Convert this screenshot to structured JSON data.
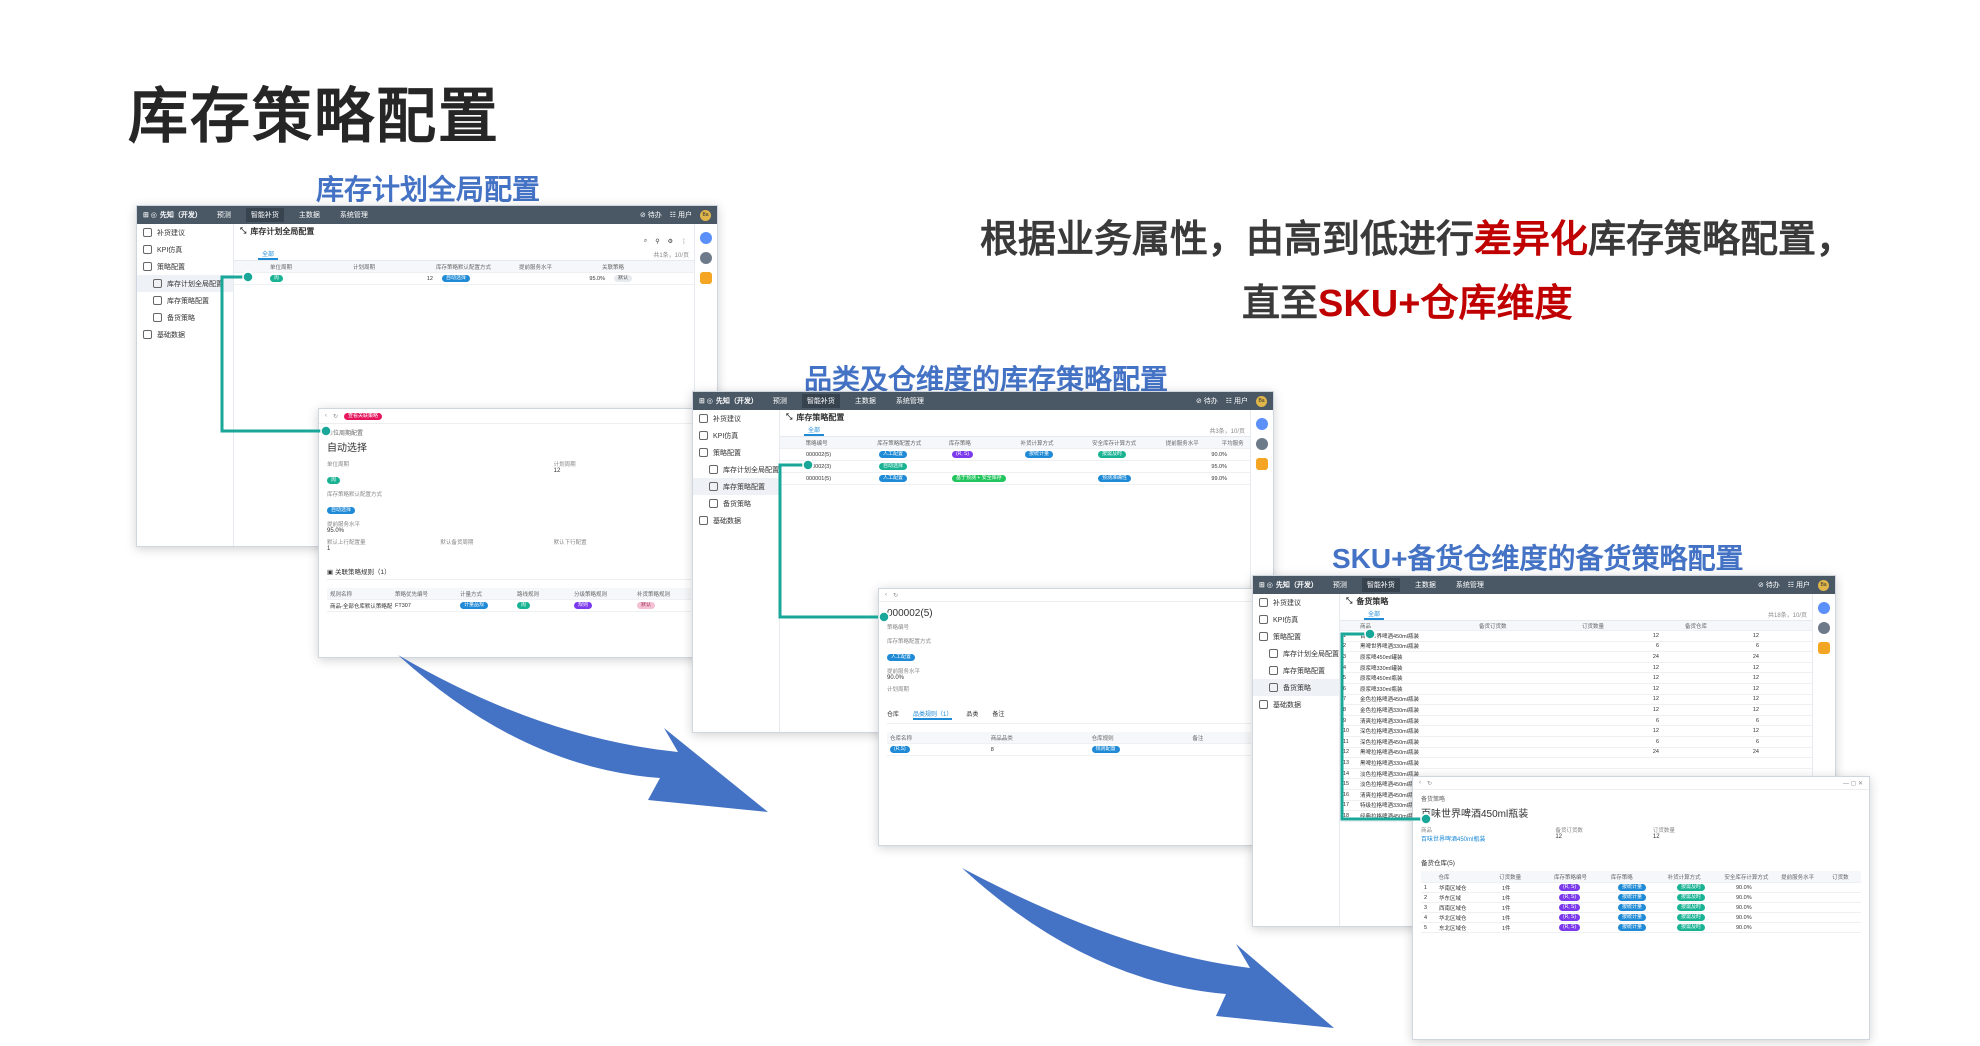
{
  "page": {
    "title": "库存策略配置",
    "headline_line1_a": "根据业务属性，由高到低进行",
    "headline_line1_hl": "差异化",
    "headline_line1_b": "库存策略配置，",
    "headline_line2_a": "直至",
    "headline_line2_hl": "SKU+仓库维度"
  },
  "sections": {
    "s1": "库存计划全局配置",
    "s2": "品类及仓维度的库存策略配置",
    "s3": "SKU+备货仓维度的备货策略配置"
  },
  "app": {
    "logo": "先知（开发）",
    "tabs": [
      "预测",
      "智能补货",
      "主数据",
      "系统管理"
    ],
    "todo": "待办",
    "user": "用户",
    "sidebar": [
      "补货建议",
      "KPI仿真",
      "策略配置",
      "库存计划全局配置",
      "库存策略配置",
      "备货策略",
      "基础数据"
    ]
  },
  "shot1": {
    "page_title": "库存计划全局配置",
    "tab": "全部",
    "columns": [
      "单位周期",
      "计划周期",
      "库存策略默认配置方式",
      "提前服务水平",
      "关联策略",
      "备注"
    ],
    "row": {
      "unit": "周",
      "plan": "12",
      "method": "自动选择",
      "service": "95.0%",
      "rel": "默认"
    },
    "pager": "共1条，10/页"
  },
  "detail1": {
    "button": "查看关联策略",
    "crumb": "单位周期配置",
    "title": "自动选择",
    "l1": "单位周期",
    "v1": "周",
    "l2": "计划周期",
    "v2": "12",
    "l3": "库存策略默认配置方式",
    "v3": "自动选择",
    "l4": "提前服务水平",
    "v4": "95.0%",
    "l5": "默认上行配置量",
    "v5": "1",
    "l6": "默认备货周期",
    "l7": "默认下行配置",
    "section": "关联策略规则（1）",
    "columns": [
      "规则名称",
      "策略优先编号",
      "计量方式",
      "路线规则",
      "分级策略规则",
      "补货策略规则"
    ],
    "row": {
      "name": "商品-全部仓库默认策略配置系列",
      "no": "FT307",
      "m": "计量品规",
      "r": "周",
      "g": "规则",
      "b": "默认"
    }
  },
  "shot2": {
    "page_title": "库存策略配置",
    "tab": "全部",
    "columns": [
      "策略编号",
      "库存策略配置方式",
      "库存策略",
      "补货计算方式",
      "安全库存计算方式",
      "提前服务水平",
      "平均服务"
    ],
    "rows": [
      {
        "no": "000002(5)",
        "m": "人工配置",
        "s": "(R, S)",
        "c": "按统计量",
        "a": "按需及时",
        "sv": "90.0%"
      },
      {
        "no": "000002(3)",
        "m": "自动选择",
        "s": "",
        "c": "",
        "a": "",
        "sv": "95.0%"
      },
      {
        "no": "000001(5)",
        "m": "人工配置",
        "s": "基于预测 + 安全库存",
        "c": "",
        "a": "预测准确性",
        "sv": "99.0%"
      }
    ],
    "pager": "共3条，10/页"
  },
  "detail2": {
    "title": "000002(5)",
    "l1": "策略编号",
    "l2": "库存策略配置方式",
    "v2": "人工配置",
    "l3": "提前服务水平",
    "v3": "90.0%",
    "l4": "计划周期",
    "tabs": [
      "仓库",
      "品类规则（1）",
      "品类",
      "备注"
    ],
    "columns": [
      "仓库名称",
      "商品品类",
      "仓库规则",
      "备注"
    ],
    "row": {
      "w": "(R,S)",
      "c": "8",
      "r": "规则配置"
    }
  },
  "shot3": {
    "page_title": "备货策略",
    "tab": "全部",
    "columns": [
      "商品",
      "备货订货数",
      "订货数量",
      "备货仓库"
    ],
    "rows": [
      {
        "n": "1",
        "name": "百味世界啤酒450ml瓶装",
        "a": "",
        "b": "12",
        "c": "12"
      },
      {
        "n": "2",
        "name": "黑啤世界啤酒330ml瓶装",
        "a": "",
        "b": "6",
        "c": "6"
      },
      {
        "n": "3",
        "name": "原浆啤450ml罐装",
        "a": "",
        "b": "24",
        "c": "24"
      },
      {
        "n": "4",
        "name": "原浆啤330ml罐装",
        "a": "",
        "b": "12",
        "c": "12"
      },
      {
        "n": "5",
        "name": "原浆啤450ml瓶装",
        "a": "",
        "b": "12",
        "c": "12"
      },
      {
        "n": "6",
        "name": "原浆啤330ml瓶装",
        "a": "",
        "b": "12",
        "c": "12"
      },
      {
        "n": "7",
        "name": "金色拉格啤酒450ml瓶装",
        "a": "",
        "b": "12",
        "c": "12"
      },
      {
        "n": "8",
        "name": "金色拉格啤酒330ml瓶装",
        "a": "",
        "b": "12",
        "c": "12"
      },
      {
        "n": "9",
        "name": "清爽拉格啤酒330ml瓶装",
        "a": "",
        "b": "6",
        "c": "6"
      },
      {
        "n": "10",
        "name": "深色拉格啤酒330ml瓶装",
        "a": "",
        "b": "12",
        "c": "12"
      },
      {
        "n": "11",
        "name": "深色拉格啤酒450ml瓶装",
        "a": "",
        "b": "6",
        "c": "6"
      },
      {
        "n": "12",
        "name": "黑啤拉格啤酒450ml瓶装",
        "a": "",
        "b": "24",
        "c": "24"
      },
      {
        "n": "13",
        "name": "黑啤拉格啤酒330ml瓶装",
        "a": "",
        "b": "",
        "c": ""
      },
      {
        "n": "14",
        "name": "淡色拉格啤酒330ml瓶装",
        "a": "",
        "b": "",
        "c": ""
      },
      {
        "n": "15",
        "name": "淡色拉格啤酒450ml瓶装",
        "a": "",
        "b": "",
        "c": ""
      },
      {
        "n": "16",
        "name": "清爽拉格啤酒450ml瓶装",
        "a": "",
        "b": "",
        "c": ""
      },
      {
        "n": "17",
        "name": "特级拉格啤酒330ml瓶装",
        "a": "",
        "b": "",
        "c": ""
      },
      {
        "n": "18",
        "name": "经典拉格啤酒450ml瓶装",
        "a": "",
        "b": "",
        "c": ""
      }
    ],
    "pager": "共18条，10/页"
  },
  "detail3": {
    "crumb": "备货策略",
    "title": "百味世界啤酒450ml瓶装",
    "l1": "商品",
    "v1": "百味世界啤酒450ml瓶装",
    "l2": "备货订货数",
    "v2": "12",
    "l3": "订货数量",
    "v3": "12",
    "section": "备货仓库(5)",
    "columns": [
      "仓库",
      "订货数量",
      "库存策略编号",
      "库存策略",
      "补货计算方式",
      "安全库存计算方式",
      "提前服务水平",
      "订货数"
    ],
    "rows": [
      {
        "n": "1",
        "w": "华南区域仓",
        "q": "1件",
        "s": "(R, S)",
        "c": "按统计量",
        "a": "按需及时",
        "sv": "90.0%"
      },
      {
        "n": "2",
        "w": "华东区域",
        "q": "1件",
        "s": "(R, S)",
        "c": "按统计量",
        "a": "按需及时",
        "sv": "90.0%"
      },
      {
        "n": "3",
        "w": "西南区域仓",
        "q": "1件",
        "s": "(R, S)",
        "c": "按统计量",
        "a": "按需及时",
        "sv": "90.0%"
      },
      {
        "n": "4",
        "w": "华北区域仓",
        "q": "1件",
        "s": "(R, S)",
        "c": "按统计量",
        "a": "按需及时",
        "sv": "90.0%"
      },
      {
        "n": "5",
        "w": "东北区域仓",
        "q": "1件",
        "s": "(R, S)",
        "c": "按统计量",
        "a": "按需及时",
        "sv": "90.0%"
      }
    ]
  },
  "colors": {
    "title_blue": "#4472c4",
    "highlight_red": "#c00000",
    "connector_teal": "#19a79a",
    "arrow_blue": "#4472c4",
    "topbar": "#4a5866"
  }
}
